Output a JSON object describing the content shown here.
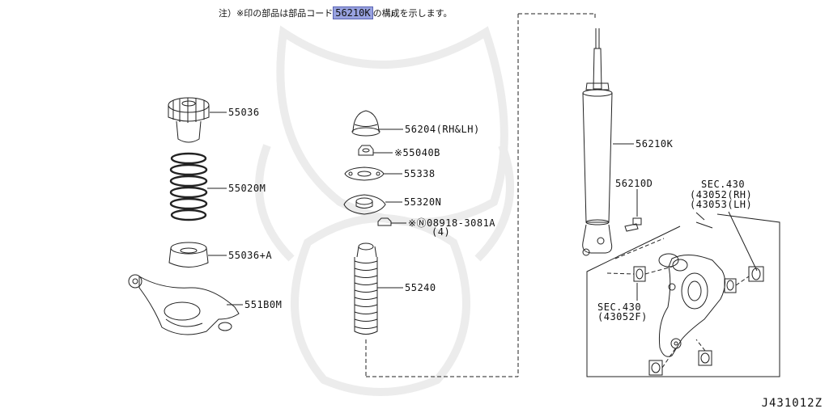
{
  "note": {
    "prefix": "注）※印の部品は部品コード",
    "highlight_code": "56210K",
    "suffix": "の構成を示します。"
  },
  "parts": {
    "p55036": "55036",
    "p55020M": "55020M",
    "p55036A": "55036+A",
    "p551B0M": "551B0M",
    "p56204": "56204(RH&LH)",
    "p55040B": "※55040B",
    "p55338": "55338",
    "p55320N": "55320N",
    "p08918_line1": "※Ⓝ08918-3081A",
    "p08918_line2": "(4)",
    "p55240": "55240",
    "p56210K": "56210K",
    "p56210D": "56210D",
    "sec430_right_l1": "SEC.430",
    "sec430_right_l2": "(43052(RH)",
    "sec430_right_l3": "(43053(LH)",
    "sec430_left_l1": "SEC.430",
    "sec430_left_l2": "(43052F)"
  },
  "diagram_code": "J431012Z",
  "colors": {
    "highlight": "#98a2e0",
    "line": "#222222",
    "watermark": "#ededed"
  }
}
